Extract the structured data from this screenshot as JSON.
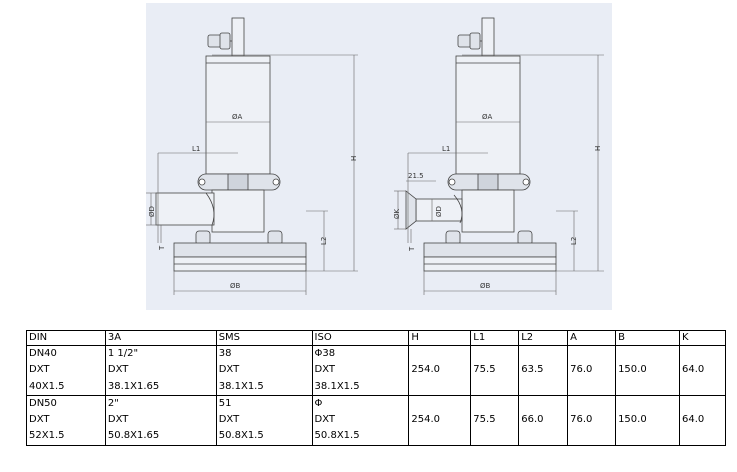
{
  "drawing": {
    "left_view": {
      "dim_a": "ØA",
      "dim_b": "ØB",
      "dim_d": "ØD",
      "dim_h": "H",
      "dim_l1": "L1",
      "dim_l2": "L2",
      "dim_t": "T"
    },
    "right_view": {
      "dim_a": "ØA",
      "dim_b": "ØB",
      "dim_d": "ØD",
      "dim_k": "ØK",
      "dim_h": "H",
      "dim_l1": "L1",
      "dim_l2": "L2",
      "dim_t": "T",
      "dim_215": "21.5"
    }
  },
  "table": {
    "headers": [
      "DIN",
      "3A",
      "SMS",
      "ISO",
      "H",
      "L1",
      "L2",
      "A",
      "B",
      "K"
    ],
    "rows": [
      {
        "din": [
          "DN40",
          "DXT",
          "40X1.5"
        ],
        "a3": [
          "1 1/2\"",
          "DXT",
          "38.1X1.65"
        ],
        "sms": [
          "38",
          "DXT",
          "38.1X1.5"
        ],
        "iso": [
          "Φ38",
          "DXT",
          "38.1X1.5"
        ],
        "h": "254.0",
        "l1": "75.5",
        "l2": "63.5",
        "a": "76.0",
        "b": "150.0",
        "k": "64.0"
      },
      {
        "din": [
          "DN50",
          "DXT",
          "52X1.5"
        ],
        "a3": [
          "2\"",
          "DXT",
          "50.8X1.65"
        ],
        "sms": [
          "51",
          "DXT",
          "50.8X1.5"
        ],
        "iso": [
          "Φ",
          "DXT",
          "50.8X1.5"
        ],
        "h": "254.0",
        "l1": "75.5",
        "l2": "66.0",
        "a": "76.0",
        "b": "150.0",
        "k": "64.0"
      }
    ]
  }
}
